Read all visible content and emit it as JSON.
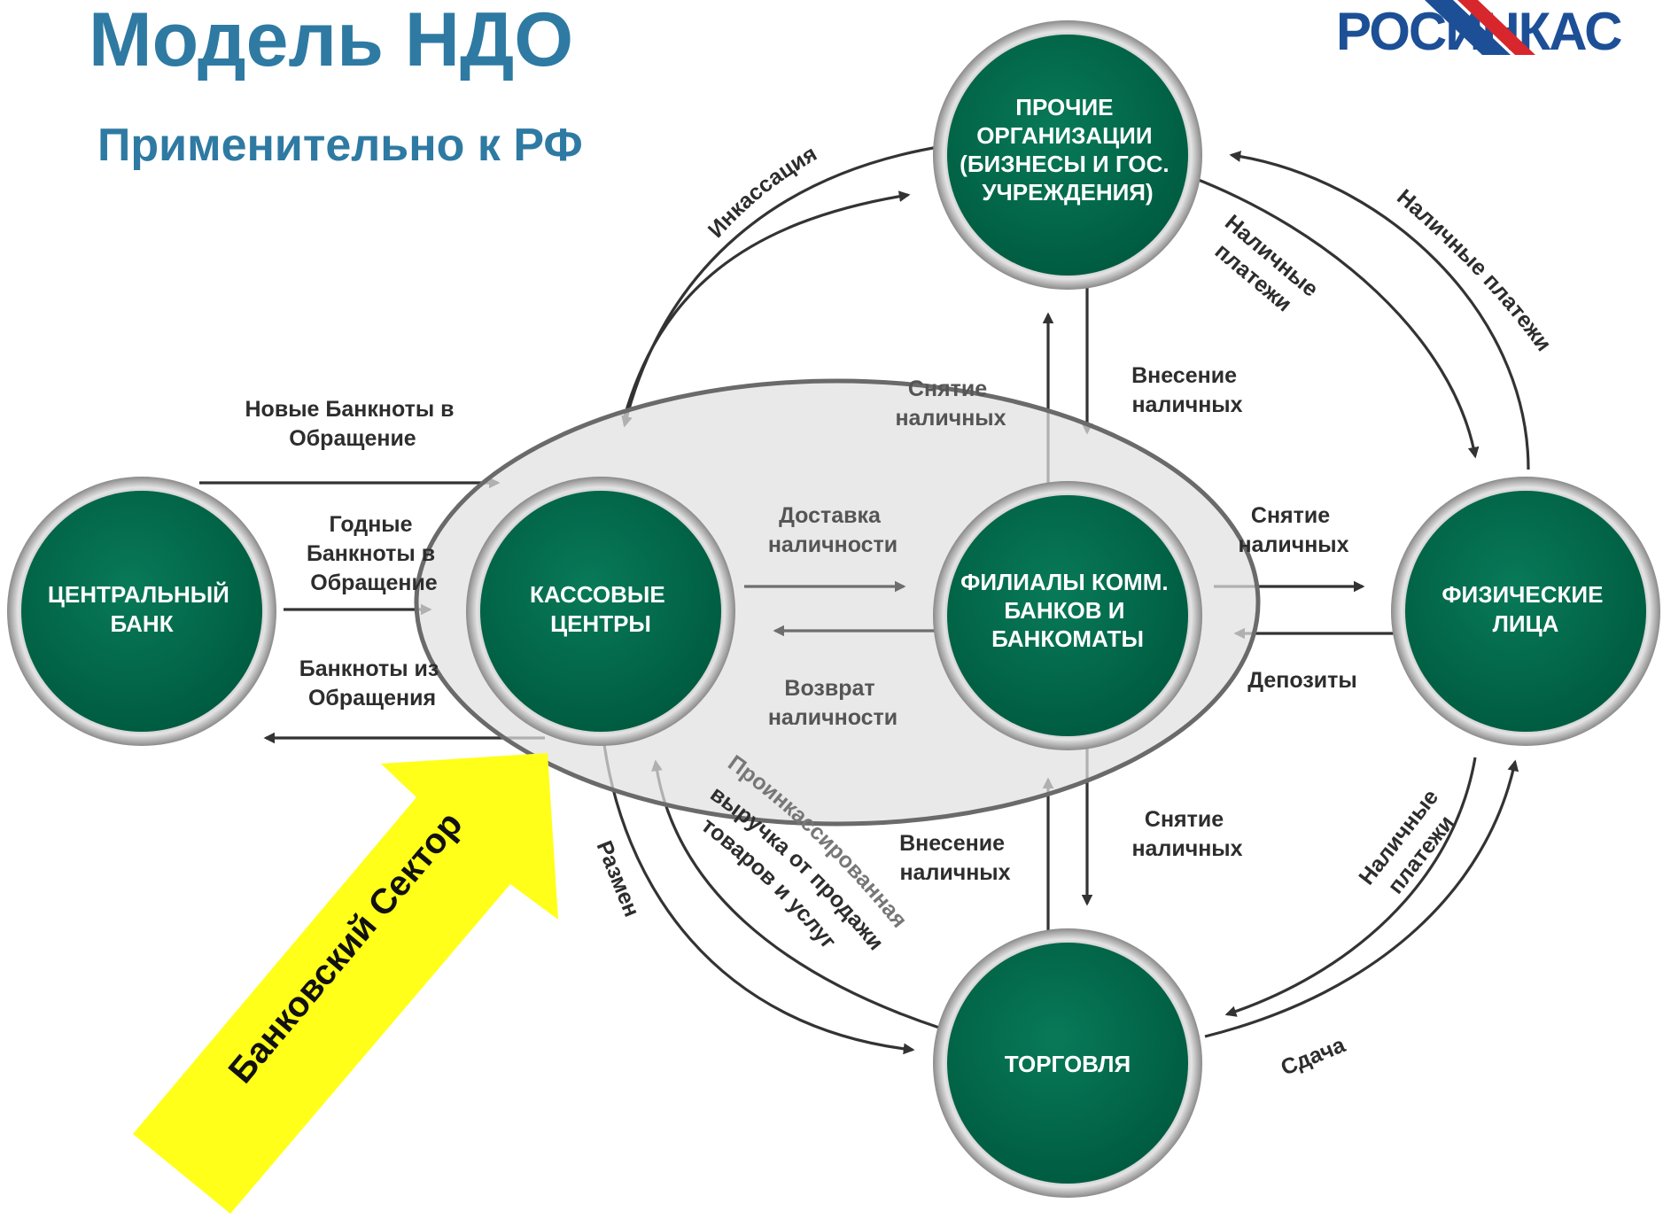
{
  "header": {
    "title": "Модель НДО",
    "subtitle": "Применительно к РФ",
    "logo_text": "РОСИНКАС"
  },
  "nodes": {
    "central_bank": [
      "ЦЕНТРАЛЬНЫЙ",
      "БАНК"
    ],
    "cash_centers": [
      "КАССОВЫЕ",
      "ЦЕНТРЫ"
    ],
    "branches": [
      "ФИЛИАЛЫ КОММ.",
      "БАНКОВ И",
      "БАНКОМАТЫ"
    ],
    "other_orgs": [
      "ПРОЧИЕ",
      "ОРГАНИЗАЦИИ",
      "(БИЗНЕСЫ И ГОС.",
      "УЧРЕЖДЕНИЯ)"
    ],
    "individuals": [
      "ФИЗИЧЕСКИЕ",
      "ЛИЦА"
    ],
    "trade": [
      "ТОРГОВЛЯ"
    ]
  },
  "flows": {
    "new_notes": [
      "Новые Банкноты в",
      "Обращение"
    ],
    "fit_notes": [
      "Годные",
      "Банкноты в",
      "Обращение"
    ],
    "notes_out": [
      "Банкноты из",
      "Обращения"
    ],
    "delivery": [
      "Доставка",
      "наличности"
    ],
    "return": [
      "Возврат",
      "наличности"
    ],
    "collection": "Инкассация",
    "withdraw_top": [
      "Снятие",
      "наличных"
    ],
    "deposit_top": [
      "Внесение",
      "наличных"
    ],
    "withdraw_right": [
      "Снятие",
      "наличных"
    ],
    "deposits": "Депозиты",
    "deposit_bottom": [
      "Внесение",
      "наличных"
    ],
    "withdraw_bottom": [
      "Снятие",
      "наличных"
    ],
    "cash_payments_inner": [
      "Наличные",
      "платежи"
    ],
    "cash_payments_outer": "Наличные платежи",
    "cash_payments_lower": [
      "Наличные",
      "платежи"
    ],
    "change": "Сдача",
    "exchange": "Размен",
    "collected_revenue": [
      "Проинкассированная",
      "выручка от продажи",
      "товаров и услуг"
    ]
  },
  "banking_sector_label": "Банковский Сектор",
  "colors": {
    "title": "#2e7aa3",
    "node": "#006f50",
    "arrow": "#333333",
    "ellipse_fill": "#e0e0e0",
    "ellipse_stroke": "#6a6a6a",
    "callout": "#ffff1a",
    "logo_blue": "#1d4f97",
    "logo_red": "#d8262d"
  }
}
